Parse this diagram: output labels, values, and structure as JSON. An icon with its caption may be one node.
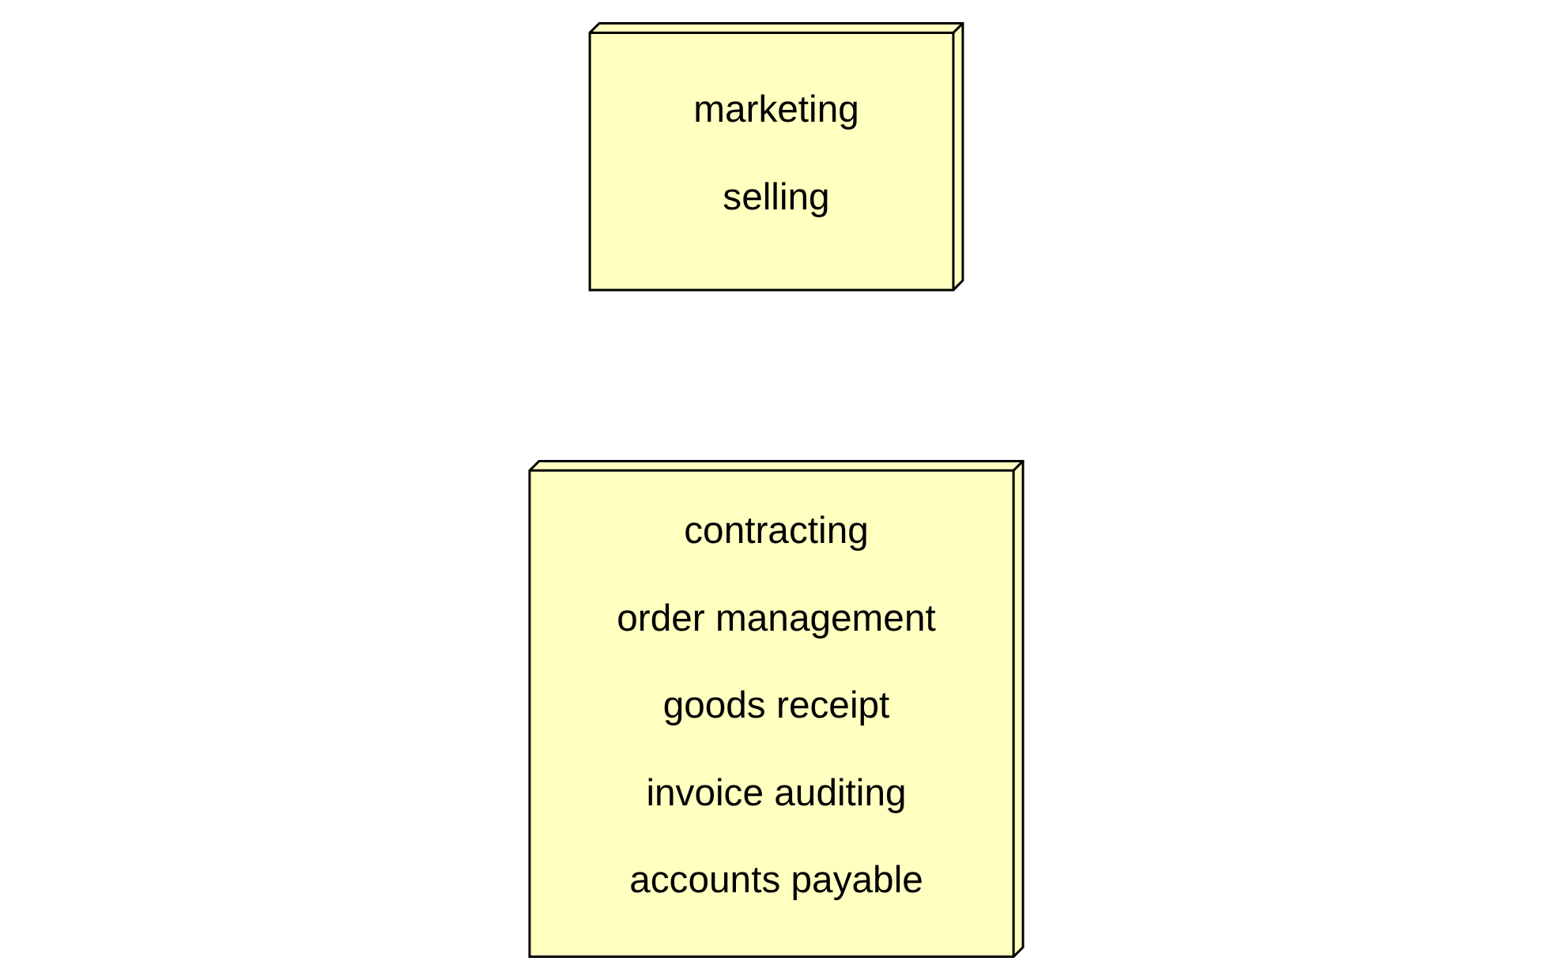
{
  "diagram": {
    "nodes": [
      {
        "text": [
          "contracting",
          "order management",
          "goods receipt",
          "invoice auditing",
          "accounts payable"
        ]
      },
      {
        "text": [
          "marketing",
          "selling"
        ]
      }
    ]
  }
}
